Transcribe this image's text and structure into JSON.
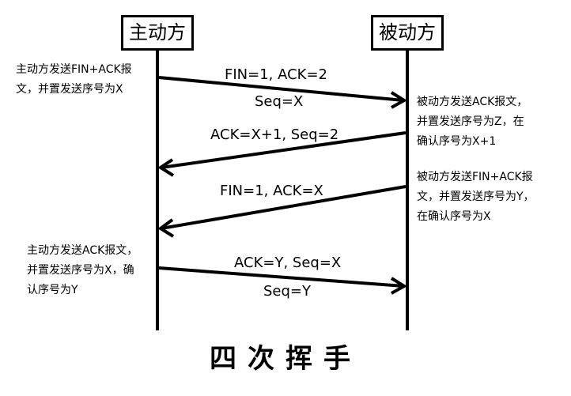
{
  "parties": {
    "left": "主动方",
    "right": "被动方"
  },
  "messages": [
    {
      "label": "FIN=1, ACK=2",
      "sublabel": "Seq=X",
      "direction": "right"
    },
    {
      "label": "ACK=X+1, Seq=2",
      "sublabel": "",
      "direction": "left"
    },
    {
      "label": "FIN=1, ACK=X",
      "sublabel": "",
      "direction": "left"
    },
    {
      "label": "ACK=Y, Seq=X",
      "sublabel": "Seq=Y",
      "direction": "right"
    }
  ],
  "notes": {
    "left_1": [
      "主动方发送FIN+ACK报",
      "文，并置发送序号为X"
    ],
    "right_1": [
      "被动方发送ACK报文，",
      "并置发送序号为Z，在",
      "确认序号为X+1"
    ],
    "right_2": [
      "被动方发送FIN+ACK报",
      "文，并置发送序号为Y，",
      "在确认序号为X"
    ],
    "left_2": [
      "主动方发送ACK报文，",
      "并置发送序号为X，确",
      "认序号为Y"
    ]
  },
  "title": "四次挥手"
}
